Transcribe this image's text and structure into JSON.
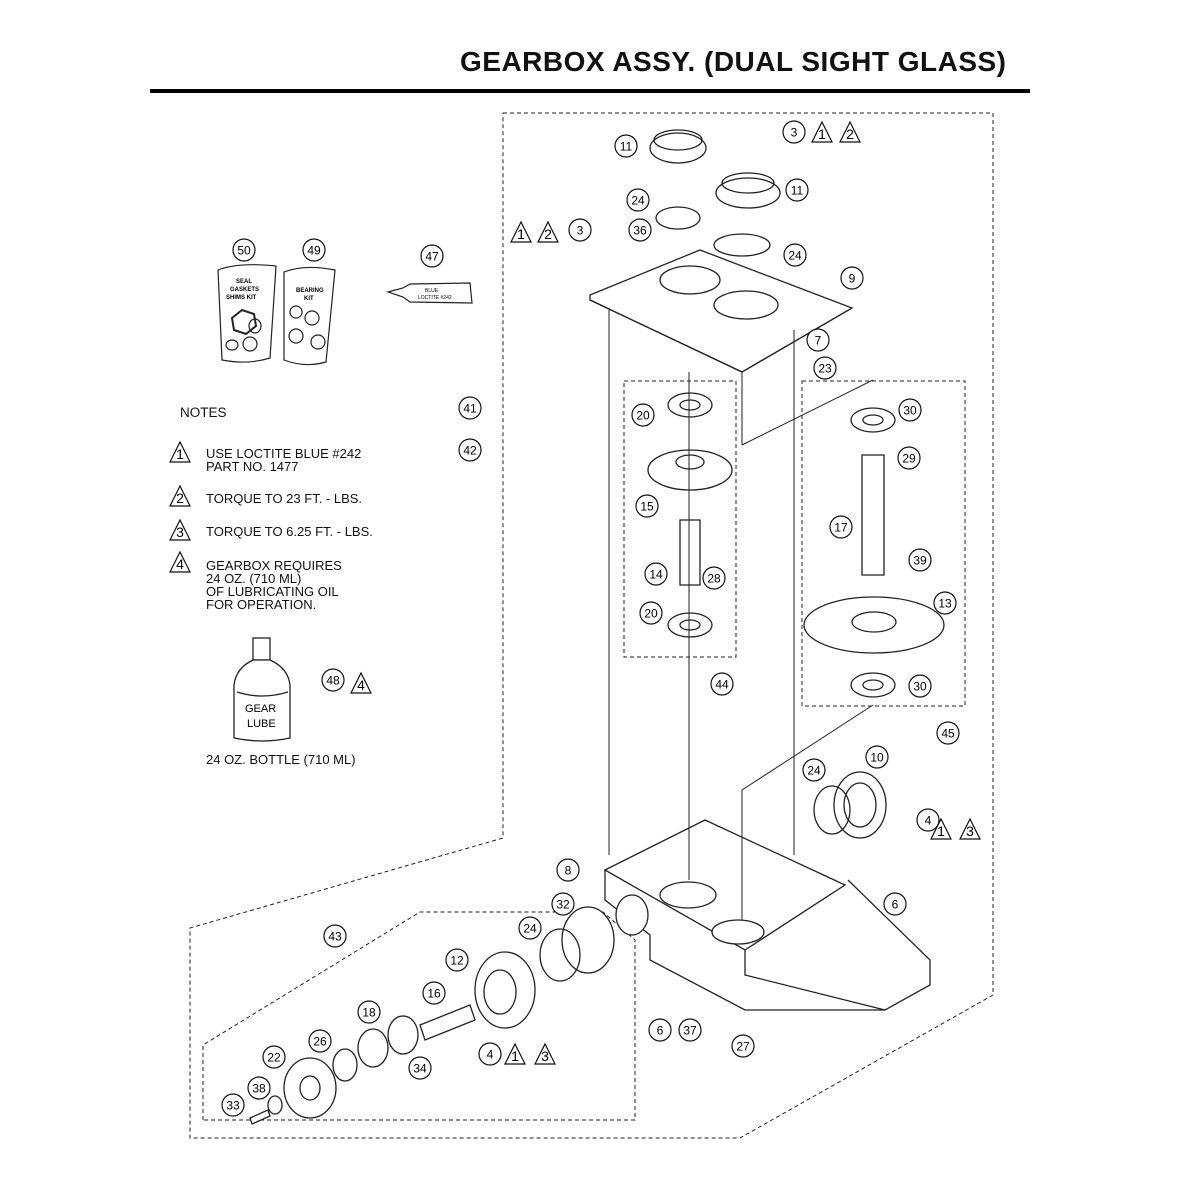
{
  "title": "GEARBOX ASSY. (DUAL SIGHT GLASS)",
  "notes": {
    "heading": "NOTES",
    "items": [
      {
        "symbol": "1",
        "text": "USE LOCTITE BLUE #242\nPART NO. 1477"
      },
      {
        "symbol": "2",
        "text": "TORQUE TO 23 FT. - LBS."
      },
      {
        "symbol": "3",
        "text": "TORQUE TO 6.25 FT. - LBS."
      },
      {
        "symbol": "4",
        "text": "GEARBOX REQUIRES\n24 OZ. (710 ML)\nOF LUBRICATING OIL\nFOR OPERATION."
      }
    ]
  },
  "bottle": {
    "label_line1": "GEAR",
    "label_line2": "LUBE",
    "caption": "24 OZ. BOTTLE (710 ML)"
  },
  "kits": {
    "seal_kit": "SEAL\nGASKETS\nSHIMS KIT",
    "bearing_kit": "BEARING\nKIT",
    "loctite_tube": "BLUE\nLOCTITE #242"
  },
  "callouts": [
    "50",
    "49",
    "47",
    "41",
    "42",
    "11",
    "11",
    "3",
    "24",
    "24",
    "3",
    "36",
    "9",
    "7",
    "23",
    "20",
    "15",
    "14",
    "28",
    "20",
    "44",
    "30",
    "29",
    "17",
    "39",
    "13",
    "30",
    "45",
    "10",
    "24",
    "4",
    "8",
    "6",
    "32",
    "24",
    "12",
    "16",
    "18",
    "26",
    "34",
    "22",
    "38",
    "33",
    "43",
    "4",
    "6",
    "37",
    "27",
    "48"
  ],
  "note_flags": [
    "1",
    "2",
    "1",
    "2",
    "4",
    "1",
    "3",
    "1",
    "3"
  ]
}
